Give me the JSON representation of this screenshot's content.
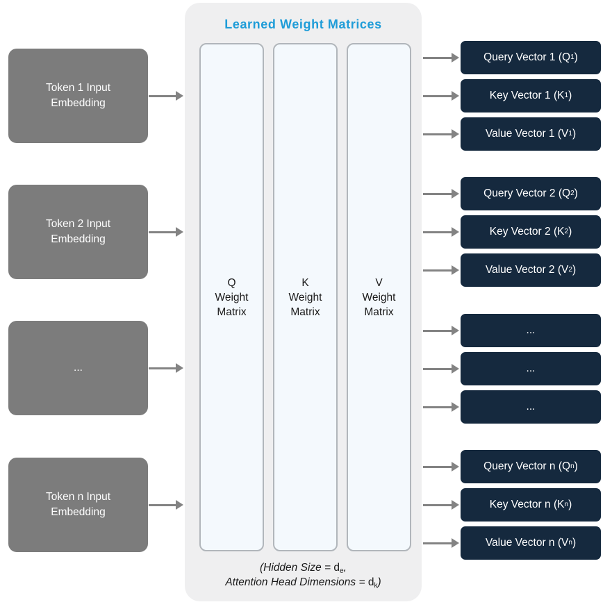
{
  "title": "Learned Weight Matrices",
  "colors": {
    "navy": "#15293E",
    "gray-box": "#7C7C7C",
    "panel": "#EFEFF0",
    "matrix-fill": "#F4F9FD",
    "matrix-border": "#B1B6BB",
    "title-blue": "#1E9CD8",
    "arrow": "#838383"
  },
  "left_boxes": [
    {
      "line1": "Token 1 Input",
      "line2": "Embedding"
    },
    {
      "line1": "Token 2 Input",
      "line2": "Embedding"
    },
    {
      "line1": "...",
      "line2": ""
    },
    {
      "line1": "Token n Input",
      "line2": "Embedding"
    }
  ],
  "matrices": [
    {
      "line1": "Q",
      "line2": "Weight",
      "line3": "Matrix"
    },
    {
      "line1": "K",
      "line2": "Weight",
      "line3": "Matrix"
    },
    {
      "line1": "V",
      "line2": "Weight",
      "line3": "Matrix"
    }
  ],
  "right_boxes": [
    {
      "pre": "Query Vector 1 (Q",
      "sub": "1",
      "post": ")"
    },
    {
      "pre": "Key Vector 1 (K",
      "sub": "1",
      "post": ")"
    },
    {
      "pre": "Value Vector 1 (V",
      "sub": "1",
      "post": ")"
    },
    {
      "pre": "Query Vector 2 (Q",
      "sub": "2",
      "post": ")"
    },
    {
      "pre": "Key Vector 2 (K",
      "sub": "2",
      "post": ")"
    },
    {
      "pre": "Value Vector 2 (V",
      "sub": "2",
      "post": ")"
    },
    {
      "pre": "...",
      "sub": "",
      "post": ""
    },
    {
      "pre": "...",
      "sub": "",
      "post": ""
    },
    {
      "pre": "...",
      "sub": "",
      "post": ""
    },
    {
      "pre": "Query Vector n (Q",
      "sub": "n",
      "post": ")"
    },
    {
      "pre": "Key Vector n (K",
      "sub": "n",
      "post": ")"
    },
    {
      "pre": "Value Vector n (V",
      "sub": "n",
      "post": ")"
    }
  ],
  "caption": {
    "line1": {
      "italic": "(Hidden Size = ",
      "var": "d",
      "sub": "e",
      "tail": ","
    },
    "line2": {
      "italic": "Attention Head Dimensions = ",
      "var": "d",
      "sub": "k",
      "tail": ")"
    }
  }
}
